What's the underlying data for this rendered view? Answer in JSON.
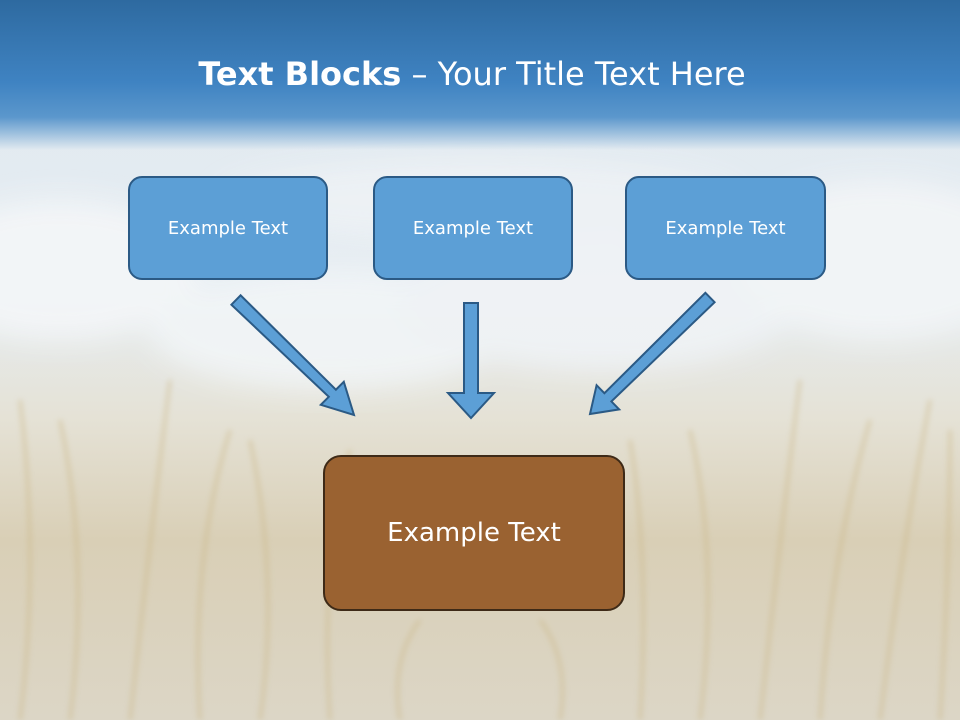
{
  "title": {
    "bold": "Text Blocks",
    "rest": " – Your Title Text Here"
  },
  "top_blocks": [
    {
      "label": "Example Text"
    },
    {
      "label": "Example Text"
    },
    {
      "label": "Example Text"
    }
  ],
  "main_block": {
    "label": "Example Text"
  },
  "colors": {
    "header": "#3f83c2",
    "block_fill": "#5c9fd6",
    "block_border": "#2b5a85",
    "main_fill": "#9a6231",
    "main_border": "#3e2a17",
    "arrow_fill": "#5c9fd6"
  }
}
